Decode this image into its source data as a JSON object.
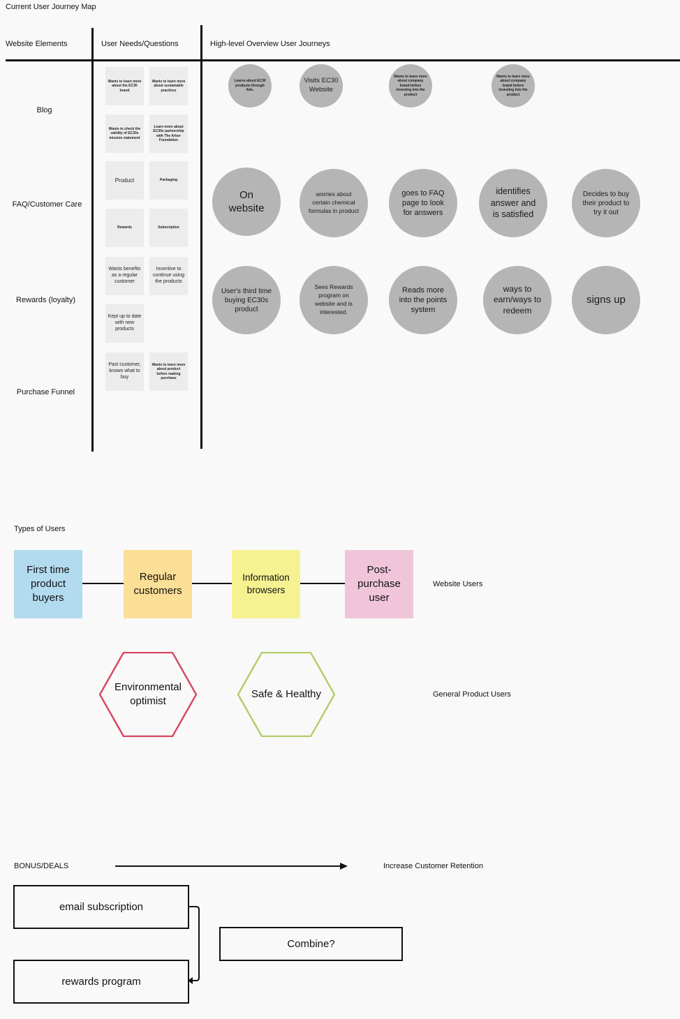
{
  "title": "Current User Journey Map",
  "headers": {
    "website_elements": "Website Elements",
    "user_needs": "User Needs/Questions",
    "journeys": "High-level Overview User Journeys"
  },
  "rows": {
    "blog": "Blog",
    "faq": "FAQ/Customer Care",
    "rewards": "Rewards (loyalty)",
    "purchase": "Purchase Funnel"
  },
  "needs": {
    "blog_1": "Wants to learn more about the EC30 brand",
    "blog_2": "Wants to learn more about sustainable practices",
    "blog_3": "Wants to check the validity of EC30s mission statement",
    "blog_4": "Learn more about EC30s partnership with The Arbor Foundation",
    "faq_1": "Product",
    "faq_2": "Packaging",
    "faq_3": "Rewards",
    "faq_4": "Subscription",
    "rewards_1": "Wants benefits as a regular customer",
    "rewards_2": "Incentive to continue using the products",
    "rewards_3": "Kept up to date with new products",
    "purchase_1": "Past customer, knows what to buy",
    "purchase_2": "Wants to learn more about product before making purchase"
  },
  "journeys": {
    "blog": [
      "Learns about EC30 products through Ads.",
      "Visits EC30 Website",
      "Wants to learn more about company brand before investing into the product",
      "Wants to learn more about company brand before investing into the product"
    ],
    "faq": [
      "On website",
      "worries about certain chemical formulas in product",
      "goes to FAQ page to look for answers",
      "identifies answer and is satisfied",
      "Decides to buy their product to try it out"
    ],
    "rewards": [
      "User's third time buying EC30s product",
      "Sees Rewards program on website and is interested.",
      "Reads more into the points system",
      "ways to earn/ways to redeem",
      "signs up"
    ]
  },
  "types_title": "Types of Users",
  "website_users": {
    "label": "Website Users",
    "boxes": [
      "First time product buyers",
      "Regular customers",
      "Information browsers",
      "Post-purchase user"
    ],
    "colors": [
      "#b3dbef",
      "#fbdf96",
      "#f6f292",
      "#f0c5da"
    ]
  },
  "general_users": {
    "label": "General Product Users",
    "hexes": [
      "Environmental optimist",
      "Safe & Healthy"
    ],
    "colors": [
      "#d64a62",
      "#b2cf6a"
    ]
  },
  "bonus": {
    "title": "BONUS/DEALS",
    "goal": "Increase Customer Retention",
    "email": "email subscription",
    "rewards": "rewards program",
    "combine": "Combine?"
  }
}
